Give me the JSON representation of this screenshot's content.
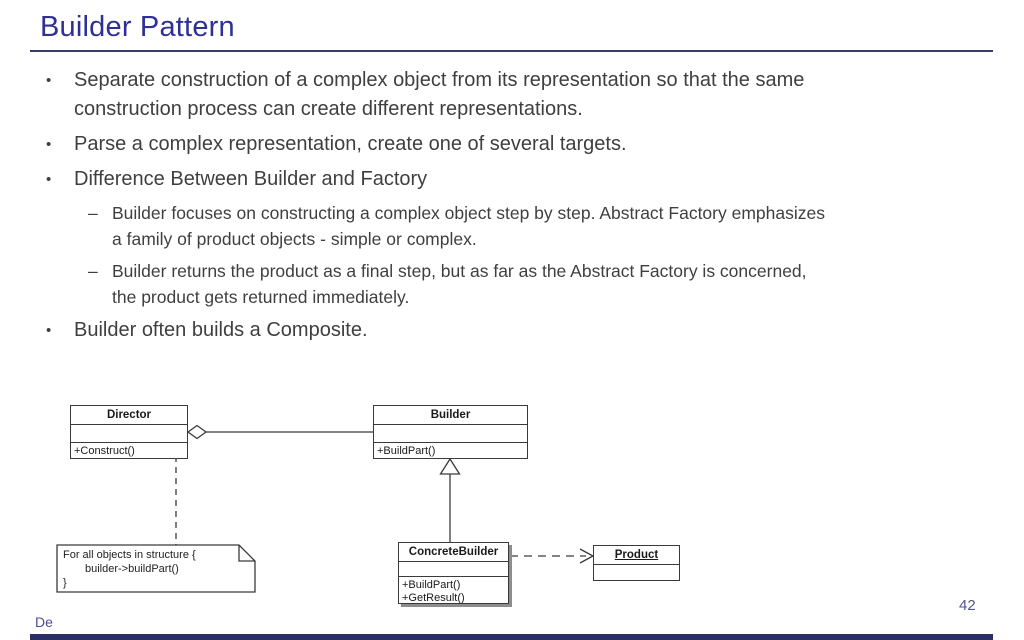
{
  "slide": {
    "title": "Builder Pattern",
    "page_number": "42",
    "footer_text": "De",
    "accent_color": "#2e3192"
  },
  "markers": {
    "level1": "•",
    "level2": "–"
  },
  "bullets": [
    {
      "level": 1,
      "lines": [
        "Separate construction of a complex object from its representation so that the same",
        "construction process can create different representations."
      ]
    },
    {
      "level": 1,
      "lines": [
        "Parse a complex representation, create one of several targets."
      ]
    },
    {
      "level": 1,
      "lines": [
        "Difference Between Builder and Factory"
      ]
    },
    {
      "level": 2,
      "lines": [
        "Builder focuses on constructing a complex object step by step. Abstract Factory emphasizes",
        "a family of product objects - simple or complex."
      ]
    },
    {
      "level": 2,
      "lines": [
        "Builder returns the product as a final step, but as far as the Abstract Factory is concerned,",
        "the product gets returned immediately."
      ]
    },
    {
      "level": 1,
      "lines": [
        "Builder often builds a Composite."
      ]
    }
  ],
  "diagram": {
    "classes": {
      "director": {
        "name": "Director",
        "methods": [
          "+Construct()"
        ]
      },
      "builder": {
        "name": "Builder",
        "methods": [
          "+BuildPart()"
        ]
      },
      "concrete_builder": {
        "name": "ConcreteBuilder",
        "methods": [
          "+BuildPart()",
          "+GetResult()"
        ]
      },
      "product": {
        "name": "Product"
      }
    },
    "note": {
      "lines": [
        "For all objects in structure {",
        "builder->buildPart()",
        "}"
      ]
    },
    "relations": [
      "aggregation: Director — Builder",
      "inheritance: ConcreteBuilder → Builder",
      "dependency: ConcreteBuilder → Product",
      "note attached to Director.Construct()"
    ]
  }
}
